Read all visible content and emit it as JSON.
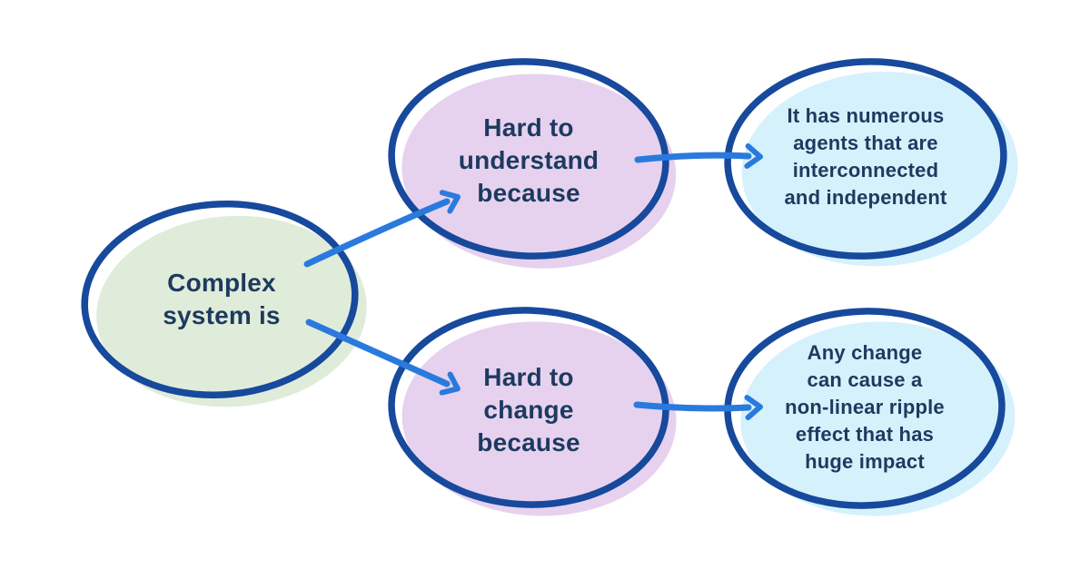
{
  "diagram": {
    "background": "#ffffff",
    "colors": {
      "outline": "#17499c",
      "arrow": "#2a7ade",
      "text": "#1d3a5f",
      "green_fill": "#e0ecda",
      "purple_fill": "#e6d2ef",
      "blue_fill": "#d5f1fb"
    },
    "nodes": {
      "complex_system": {
        "label": "Complex\nsystem is"
      },
      "hard_to_understand": {
        "label": "Hard to\nunderstand\nbecause"
      },
      "numerous_agents": {
        "label": "It has numerous\nagents that are\ninterconnected\nand independent"
      },
      "hard_to_change": {
        "label": "Hard to\nchange\nbecause"
      },
      "ripple_effect": {
        "label": "Any change\ncan cause a\nnon-linear ripple\neffect that has\nhuge impact"
      }
    },
    "edges": [
      {
        "from": "complex_system",
        "to": "hard_to_understand"
      },
      {
        "from": "complex_system",
        "to": "hard_to_change"
      },
      {
        "from": "hard_to_understand",
        "to": "numerous_agents"
      },
      {
        "from": "hard_to_change",
        "to": "ripple_effect"
      }
    ]
  }
}
